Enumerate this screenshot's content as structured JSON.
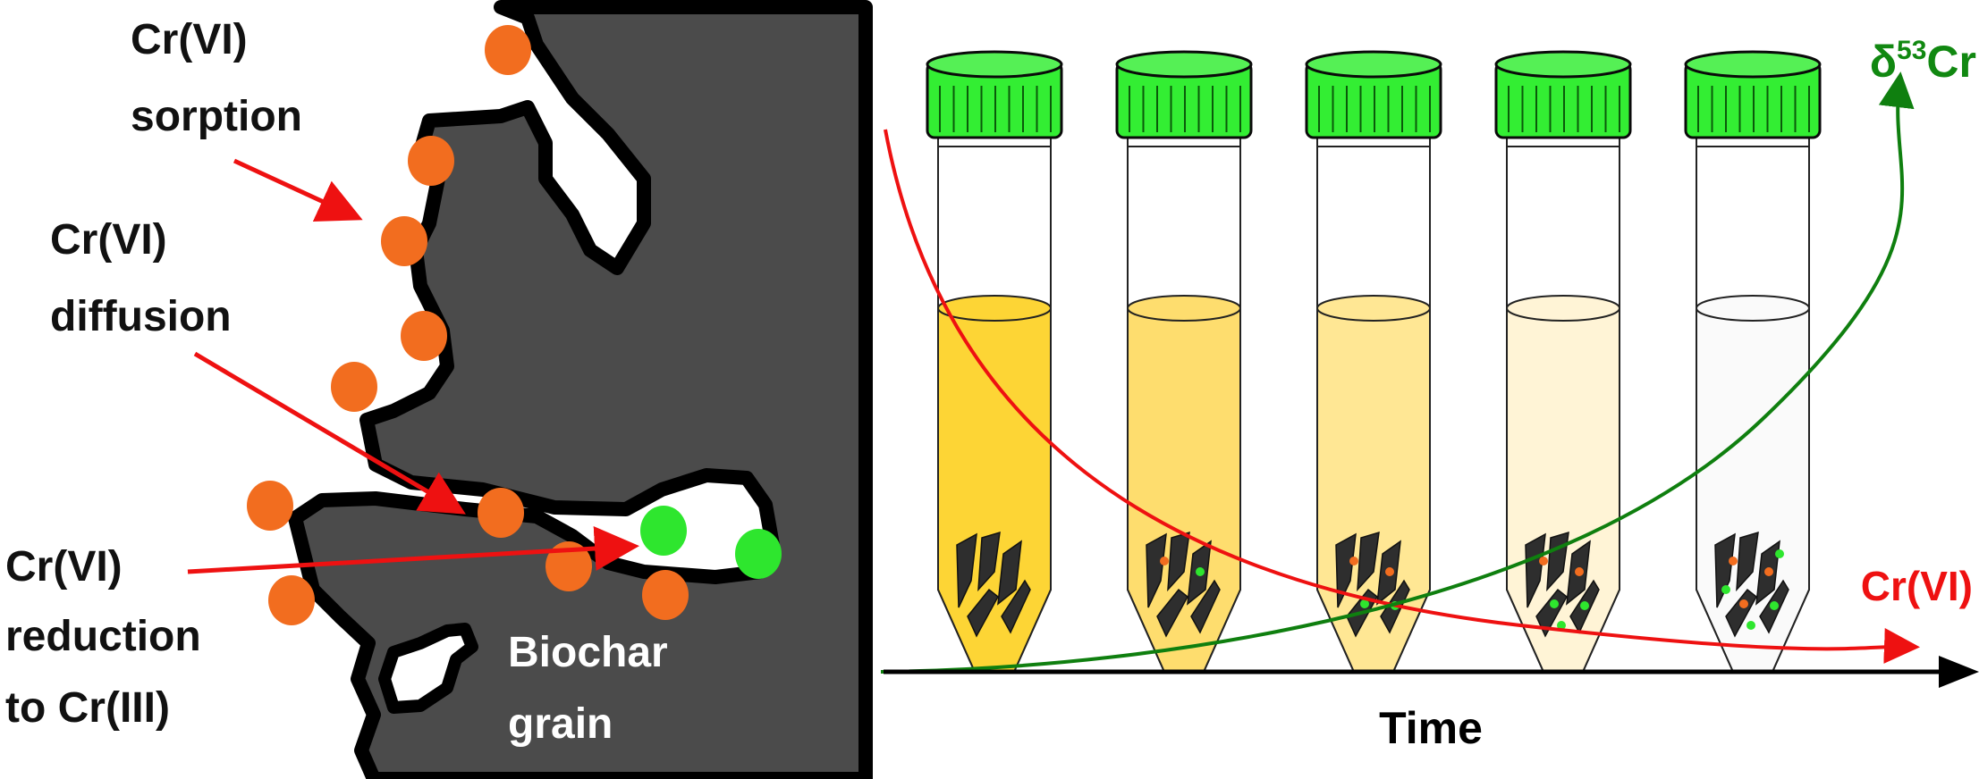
{
  "left_panel": {
    "labels": {
      "sorption": [
        "Cr(VI)",
        "sorption"
      ],
      "diffusion": [
        "Cr(VI)",
        "diffusion"
      ],
      "reduction": [
        "Cr(VI)",
        "reduction",
        "to Cr(III)"
      ],
      "grain": [
        "Biochar",
        "grain"
      ]
    }
  },
  "right_panel": {
    "x_axis_label": "Time",
    "curve_cr6_label": "Cr(VI)",
    "curve_delta_label": {
      "base": "δ",
      "sup": "53",
      "tail": "Cr"
    },
    "tube_count": 5,
    "tubes": [
      {
        "liquid_color": "#fdd535",
        "orange_dots": 0,
        "green_dots": 0
      },
      {
        "liquid_color": "#fedd6e",
        "orange_dots": 1,
        "green_dots": 1
      },
      {
        "liquid_color": "#ffe794",
        "orange_dots": 2,
        "green_dots": 2
      },
      {
        "liquid_color": "#fff4d6",
        "orange_dots": 2,
        "green_dots": 3
      },
      {
        "liquid_color": "#fafafa",
        "orange_dots": 3,
        "green_dots": 4
      }
    ]
  },
  "colors": {
    "grain": "#4b4b4b",
    "cr6_dot": "#f26d1f",
    "cr3_dot": "#2ee62e",
    "cap": "#33ee33",
    "red": "#ee1111",
    "green_curve": "#0f7f0f",
    "label_green": "#118811"
  }
}
